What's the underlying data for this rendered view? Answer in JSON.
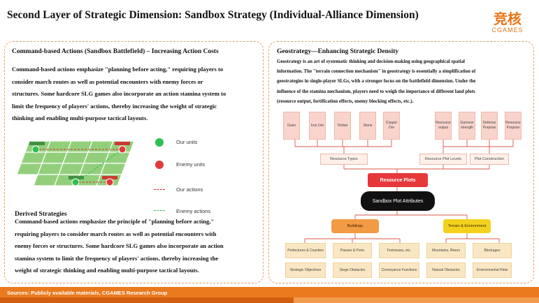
{
  "header": {
    "title": "Second Layer of Strategic Dimension: Sandbox Strategy (Individual-Alliance Dimension)",
    "logo_cn": "竞核",
    "logo_en": "CGAMES"
  },
  "left": {
    "heading": "Command-based Actions (Sandbox Battlefield) – Increasing Action Costs",
    "lines": [
      "Command-based actions emphasize \"planning before acting,\" requiring players to",
      "consider march routes as well as potential encounters with enemy forces or",
      "structures. Some hardcore SLG games also incorporate an action stamina system to",
      "limit the frequency of players' actions, thereby increasing the weight of strategic",
      "thinking and enabling multi-purpose tactical layouts."
    ],
    "legend": {
      "our_units": "Our units",
      "enemy_units": "Enemy units",
      "our_actions": "Our actions",
      "enemy_actions": "Enemy actions"
    },
    "derived_heading": "Derived Strategies",
    "derived_lines": [
      "Command-based actions emphasize the principle of \"planning before acting,\"",
      "requiring players to consider march routes as well as potential encounters with",
      "enemy forces or structures. Some hardcore SLG games also incorporate an action",
      "stamina system to limit the frequency of players' actions, thereby increasing the",
      "weight of strategic thinking and enabling multi-purpose tactical layouts."
    ]
  },
  "right": {
    "heading": "Geostrategy—Enhancing Strategic Density",
    "lines": [
      "Geostrategy is an art of systematic thinking and decision-making using geographical spatial",
      "information. The \"terrain connection mechanism\" in geostrategy is essentially a simplification of",
      "geostrategies in single-player SLGs, with a stronger focus on the battlefield dimension. Under the",
      "influence of the stamina mechanism, players need to weigh the importance of different land plots",
      "(resource output, fortification effects, enemy blocking effects, etc.)."
    ],
    "diagram": {
      "top_left": [
        "Grain",
        "Iron Ore",
        "Timber",
        "Stone",
        "Copper Ore"
      ],
      "top_right": [
        "Resource output",
        "Garrison strength",
        "Defense Purpose",
        "Resource Purpose"
      ],
      "labels": [
        "Resource Types",
        "Resource Plot Levels",
        "Plot Construction"
      ],
      "resource_plots": "Resource Plots",
      "attributes": "Sandbox Plot Attributes",
      "buildings": "Buildings",
      "terrain": "Terrain & Environment",
      "bottom_row1": [
        "Prefectures & Counties",
        "Passes & Ports",
        "Fortresses, etc.",
        "Mountains, Rivers",
        "Blockages"
      ],
      "bottom_row2": [
        "Strategic Objectives",
        "Siege Obstacles",
        "Conveyance Functions",
        "Natural Obstacles",
        "Environmental Hints"
      ]
    }
  },
  "footer": {
    "source": "Sources: Publicly available materials, CGAMES Research Group"
  },
  "colors": {
    "accent": "#ea7a1e",
    "our_units": "#2fbf4f",
    "enemy_units": "#e03a3a",
    "tile_green": "#93cf7b",
    "resource_red": "#e6373b"
  }
}
